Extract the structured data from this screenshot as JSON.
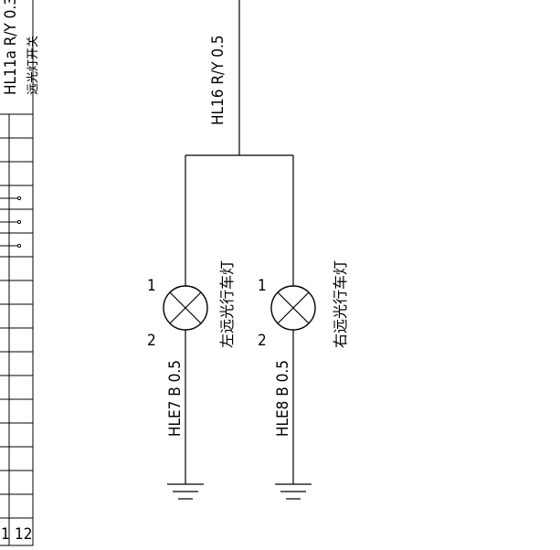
{
  "left_connector": {
    "wire_label": "HL11a R/Y 0.3",
    "switch_label": "远光灯开关",
    "pin_numbers": [
      "1",
      "12"
    ]
  },
  "feed_wire": {
    "label": "HL16 R/Y 0.5"
  },
  "lamps": [
    {
      "name": "左远光行车灯",
      "pin_top": "1",
      "pin_bottom": "2",
      "ground_wire": "HLE7 B 0.5"
    },
    {
      "name": "右远光行车灯",
      "pin_top": "1",
      "pin_bottom": "2",
      "ground_wire": "HLE8 B 0.5"
    }
  ]
}
